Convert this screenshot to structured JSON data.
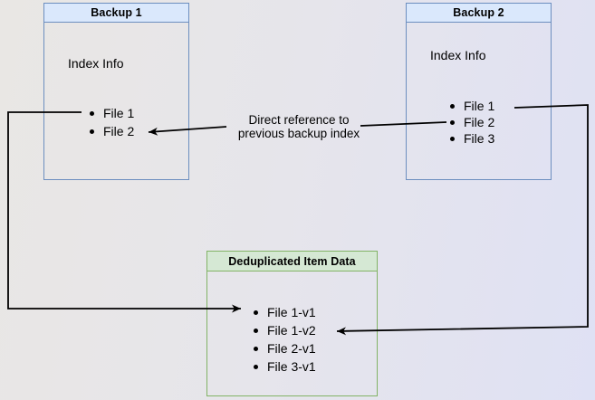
{
  "diagram": {
    "backup1": {
      "title": "Backup 1",
      "subtitle": "Index Info",
      "files": [
        "File 1",
        "File 2"
      ]
    },
    "backup2": {
      "title": "Backup 2",
      "subtitle": "Index Info",
      "files": [
        "File 1",
        "File 2",
        "File 3"
      ]
    },
    "dedup": {
      "title": "Deduplicated Item Data",
      "items": [
        "File 1-v1",
        "File 1-v2",
        "File 2-v1",
        "File 3-v1"
      ]
    },
    "annotation": {
      "line1": "Direct reference to",
      "line2": "previous backup index"
    },
    "colors": {
      "blue_fill": "#dae8fc",
      "blue_border": "#6c8ebf",
      "green_fill": "#d5e8d4",
      "green_border": "#82b366",
      "line": "#000000"
    }
  }
}
